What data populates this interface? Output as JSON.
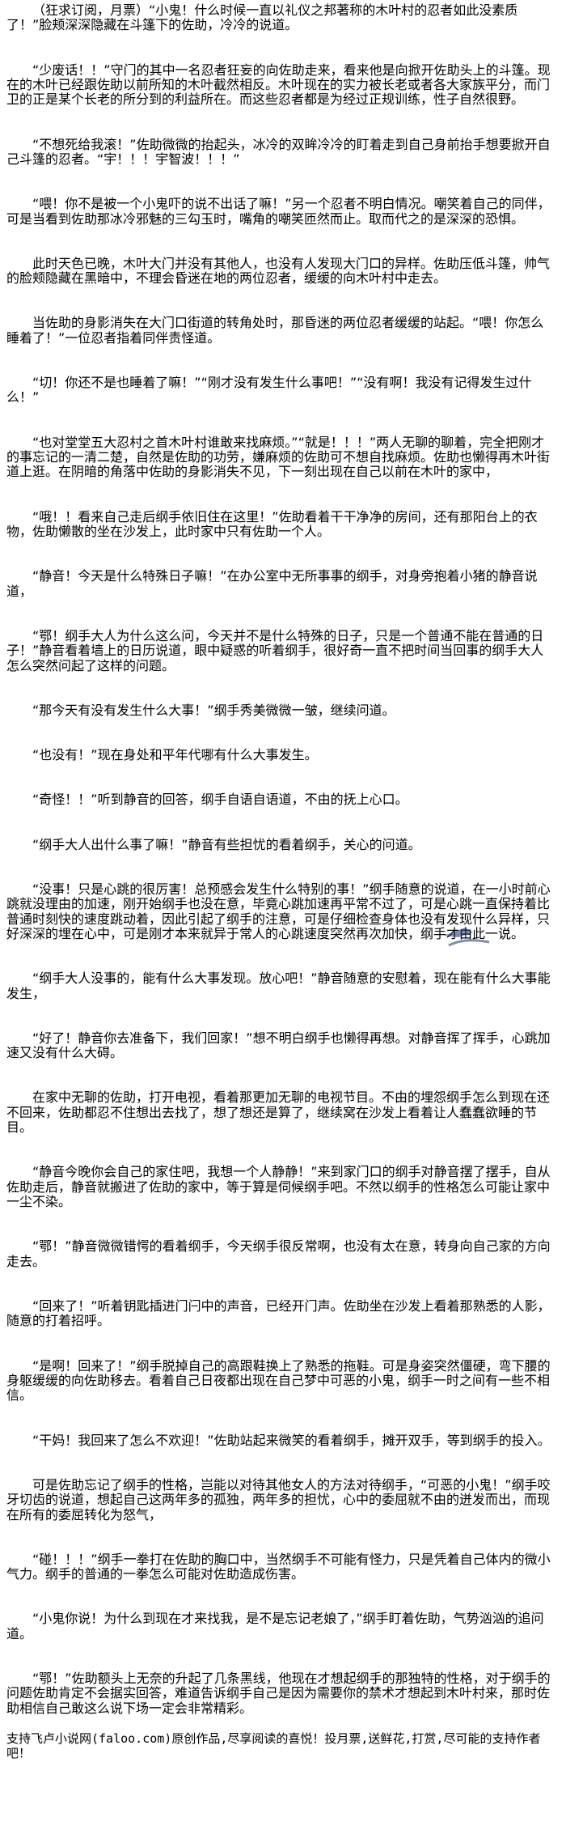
{
  "paragraphs": [
    "（狂求订阅，月票）“小鬼！什么时候一直以礼仪之邦著称的木叶村的忍者如此没素质了！”脸颊深深隐藏在斗篷下的佐助，冷冷的说道。",
    "“少废话！！”守门的其中一名忍者狂妄的向佐助走来，看来他是向掀开佐助头上的斗篷。现在的木叶已经跟佐助以前所知的木叶截然相反。木叶现在的实力被长老或者各大家族平分，而门卫的正是某个长老的所分到的利益所在。而这些忍者都是为经过正规训练，性子自然很野。",
    "“不想死给我滚！”佐助微微的抬起头，冰冷的双眸冷冷的盯着走到自己身前抬手想要掀开自己斗篷的忍者。“宇！！！宇智波！！！”",
    "“喂！你不是被一个小鬼吓的说不出话了嘛！”另一个忍者不明白情况。嘲笑着自己的同伴，可是当看到佐助那冰冷邪魅的三勾玉时，嘴角的嘲笑匝然而止。取而代之的是深深的恐惧。",
    "此时天色已晚，木叶大门并没有其他人，也没有人发现大门口的异样。佐助压低斗篷，帅气的脸颊隐藏在黑暗中，不理会昏迷在地的两位忍者，缓缓的向木叶村中走去。",
    "当佐助的身影消失在大门口街道的转角处时，那昏迷的两位忍者缓缓的站起。“喂！你怎么睡着了！”一位忍者指着同伴责怪道。",
    "“切！你还不是也睡着了嘛！”“刚才没有发生什么事吧！”“没有啊！我没有记得发生过什么！”",
    "“也对堂堂五大忍村之首木叶村谁敢来找麻烦。”“就是！！！”两人无聊的聊着，完全把刚才的事忘记的一清二楚，自然是佐助的功劳，嫌麻烦的佐助可不想自找麻烦。佐助也懒得再木叶街道上逛。在阴暗的角落中佐助的身影消失不见，下一刻出现在自己以前在木叶的家中，",
    "“哦！！看来自己走后纲手依旧住在这里！”佐助看着干干净净的房间，还有那阳台上的衣物，佐助懒散的坐在沙发上，此时家中只有佐助一个人。",
    "“静音！今天是什么特殊日子嘛！”在办公室中无所事事的纲手，对身旁抱着小猪的静音说道，",
    "“鄂！纲手大人为什么这么问，今天并不是什么特殊的日子，只是一个普通不能在普通的日子！”静音看着墙上的日历说道，眼中疑惑的听着纲手，很好奇一直不把时间当回事的纲手大人怎么突然问起了这样的问题。",
    "“那今天有没有发生什么大事！”纲手秀美微微一皱，继续问道。",
    "“也没有！”现在身处和平年代哪有什么大事发生。",
    "“奇怪！！”听到静音的回答，纲手自语自语道，不由的抚上心口。",
    "“纲手大人出什么事了嘛！”静音有些担忧的看着纲手，关心的问道。",
    "“没事！只是心跳的很厉害！总预感会发生什么特别的事！”纲手随意的说道，在一小时前心跳就没理由的加速，刚开始纲手也没在意，毕竟心跳加速再平常不过了，可是心跳一直保持着比普通时刻快的速度跳动着，因此引起了纲手的注意，可是仔细检查身体也没有发现什么异样，只好深深的埋在心中，可是刚才本来就异于常人的心跳速度突然再次加快，纲手才由此一说。",
    "“纲手大人没事的，能有什么大事发现。放心吧！”静音随意的安慰着，现在能有什么大事能发生，",
    "“好了！静音你去准备下，我们回家！”想不明白纲手也懒得再想。对静音挥了挥手，心跳加速又没有什么大碍。",
    "在家中无聊的佐助，打开电视，看着那更加无聊的电视节目。不由的埋怨纲手怎么到现在还不回来，佐助都忍不住想出去找了，想了想还是算了，继续窝在沙发上看着让人蠢蠢欲睡的节目。",
    "“静音今晚你会自己的家住吧，我想一个人静静！”来到家门口的纲手对静音摆了摆手，自从佐助走后，静音就搬进了佐助的家中，等于算是伺候纲手吧。不然以纲手的性格怎么可能让家中一尘不染。",
    "“鄂！”静音微微错愕的看着纲手，今天纲手很反常啊，也没有太在意，转身向自己家的方向走去。",
    "“回来了！”听着钥匙插进门闩中的声音，已经开门声。佐助坐在沙发上看着那熟悉的人影，随意的打着招呼。",
    "“是啊！回来了！”纲手脱掉自己的高跟鞋换上了熟悉的拖鞋。可是身姿突然僵硬，弯下腰的身躯缓缓的向佐助移去。看着自己日夜都出现在自己梦中可恶的小鬼，纲手一时之间有一些不相信。",
    "“干妈！我回来了怎么不欢迎！”佐助站起来微笑的看着纲手，摊开双手，等到纲手的投入。",
    "可是佐助忘记了纲手的性格，岂能以对待其他女人的方法对待纲手，“可恶的小鬼！”纲手咬牙切齿的说道，想起自己这两年多的孤独，两年多的担忧，心中的委屈就不由的迸发而出，而现在所有的委屈转化为怒气，",
    "“碰！！！”纲手一拳打在佐助的胸口中，当然纲手不可能有怪力，只是凭着自己体内的微小气力。纲手的普通的一拳怎么可能对佐助造成伤害。",
    "“小鬼你说！为什么到现在才来找我，是不是忘记老娘了，”纲手盯着佐助，气势汹汹的追问道。",
    "“鄂！”佐助额头上无奈的升起了几条黑线，他现在才想起纲手的那独特的性格，对于纲手的问题佐助肯定不会据实回答，难道告诉纲手自己是因为需要你的禁术才想起到木叶村来，那时佐助相信自己敢这么说下场一定会非常精彩。"
  ],
  "footer": {
    "support_text": "支持飞卢小说网(faloo.com)原创作品,尽享阅读的喜悦！投月票,送鲜花,打赏,尽可能的支持作者吧！"
  },
  "colors": {
    "text": "#000000",
    "background": "#ffffff",
    "watermark": "#1a2f6b"
  }
}
